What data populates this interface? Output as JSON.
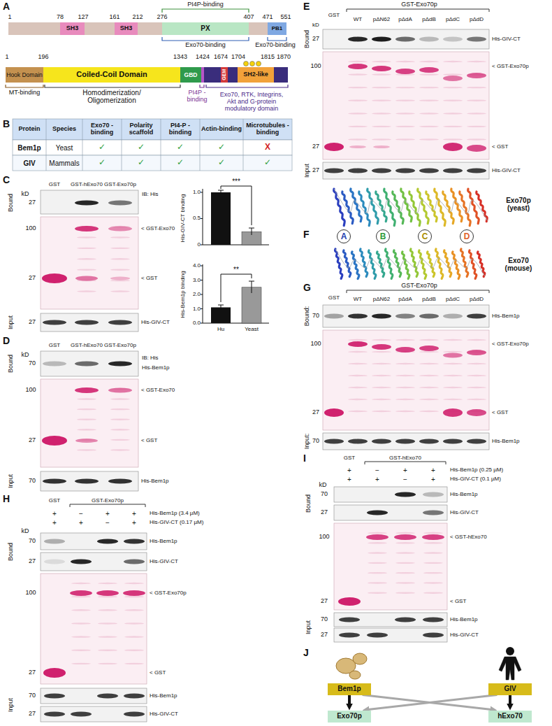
{
  "diagram": {
    "nodes": [
      {
        "text": [
          "SH3"
        ]
      },
      {
        "text": [
          "SH3"
        ]
      },
      {
        "text": [
          "PX"
        ]
      },
      {
        "text": [
          "PB1"
        ]
      },
      {
        "text": [
          "Hook Domain"
        ]
      },
      {
        "text": [
          "Coiled-Coil Domain"
        ]
      },
      {
        "text": [
          "GBD"
        ]
      },
      {
        "text": [
          "GEM"
        ]
      },
      {
        "text": [
          "SH2-like"
        ]
      },
      {
        "text": [
          "A"
        ]
      },
      {
        "text": [
          "B"
        ]
      },
      {
        "text": [
          "C"
        ]
      },
      {
        "text": [
          "D"
        ]
      },
      {
        "text": [
          "Bem1p"
        ]
      },
      {
        "text": [
          "GIV"
        ]
      },
      {
        "text": [
          "Exo70p"
        ]
      },
      {
        "text": [
          "hExo70"
        ]
      }
    ],
    "edges": [
      {
        "from": 13,
        "to": 15,
        "arrow": "to"
      },
      {
        "from": 14,
        "to": 16,
        "arrow": "to"
      },
      {
        "from": 13,
        "to": 16,
        "arrow": "to"
      },
      {
        "from": 14,
        "to": 15,
        "arrow": "to"
      }
    ],
    "labels": [
      "A",
      "1",
      "78",
      "127",
      "161",
      "212",
      "276",
      "PI4P-binding",
      "407",
      "471",
      "551",
      "Exo70-binding",
      "Exo70-binding",
      "1",
      "196",
      "1343",
      "1424",
      "1674",
      "1704",
      "1815",
      "1870",
      "MT-binding",
      "Homodimerization/ Oligomerization",
      "PI4P -binding",
      "Exo70, RTK, Integrins, Akt and G-protein modulatory domain",
      "B",
      "Protein",
      "Species",
      "Exo70 -binding",
      "Polarity scaffold",
      "PI4-P -binding",
      "Actin-binding",
      "Microtubules -binding",
      "Bem1p",
      "Yeast",
      "✓",
      "✓",
      "✓",
      "✓",
      "X",
      "GIV",
      "Mammals",
      "✓",
      "✓",
      "✓",
      "✓",
      "✓",
      "C",
      "GST",
      "GST-hExo70",
      "GST-Exo70p",
      "kD",
      "Bound",
      "27",
      "IB: His",
      "100",
      "< GST-Exo70",
      "27",
      "< GST",
      "Input",
      "27",
      "His-GIV-CT",
      "His-GIV-CT binding",
      "1.0",
      "0.5",
      "0",
      "***",
      "His-Bem1p binding",
      "4.0",
      "3.0",
      "2.0",
      "1.0",
      "0.0",
      "**",
      "Hu",
      "Yeast",
      "D",
      "GST",
      "GST-hExo70",
      "GST-Exo70p",
      "kD",
      "Bound",
      "70",
      "IB: His",
      "His-Bem1p",
      "100",
      "< GST-Exo70",
      "27",
      "< GST",
      "Input",
      "70",
      "His-Bem1p",
      "E",
      "GST",
      "GST-Exo70p",
      "WT",
      "pΔN62",
      "pΔdA",
      "pΔdB",
      "pΔdC",
      "pΔdD",
      "kD",
      "Bound",
      "27",
      "His-GIV-CT",
      "100",
      "< GST-Exo70p",
      "27",
      "< GST",
      "Input",
      "27",
      "His-GIV-CT",
      "F",
      "Exo70p (yeast)",
      "Exo70 (mouse)",
      "G",
      "GST",
      "GST-Exo70p",
      "WT",
      "pΔN62",
      "pΔdA",
      "pΔdB",
      "pΔdC",
      "pΔdD",
      "Bound:",
      "70",
      "His-Bem1p",
      "100",
      "< GST-Exo70p",
      "27",
      "< GST",
      "Input:",
      "70",
      "His-Bem1p",
      "H",
      "GST",
      "GST-Exo70p",
      "+",
      "−",
      "+",
      "+",
      "His-Bem1p (3.4 µM)",
      "+",
      "+",
      "−",
      "+",
      "His-GIV-CT (0.17 µM)",
      "kD",
      "Bound",
      "70",
      "His-Bem1p",
      "27",
      "His-GIV-CT",
      "100",
      "< GST-Exo70p",
      "27",
      "< GST",
      "Input",
      "70",
      "His-Bem1p",
      "27",
      "His-GIV-CT",
      "I",
      "GST",
      "GST-hExo70",
      "+",
      "−",
      "+",
      "+",
      "His-Bem1p (0.25 µM)",
      "+",
      "+",
      "−",
      "+",
      "His-GIV-CT (0.1 µM)",
      "kD",
      "Bound",
      "70",
      "His-Bem1p",
      "27",
      "His-GIV-CT",
      "100",
      "< GST-hExo70",
      "27",
      "< GST",
      "Input",
      "70",
      "His-Bem1p",
      "27",
      "His-GIV-CT",
      "J"
    ]
  }
}
